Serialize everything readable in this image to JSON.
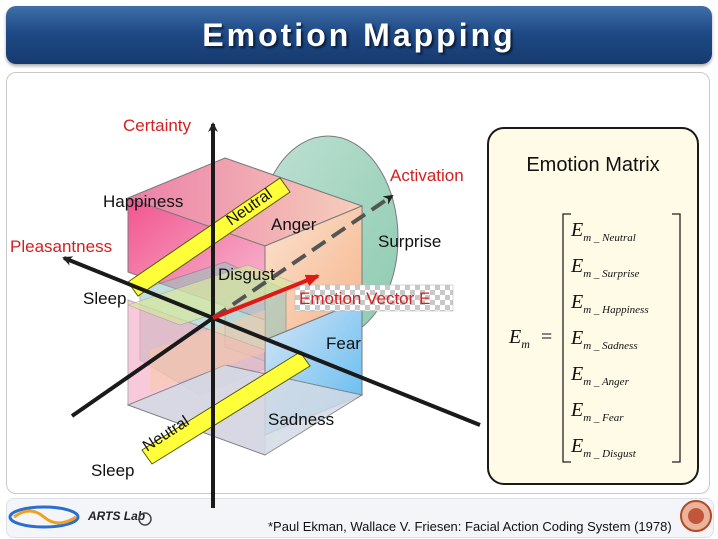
{
  "title": "Emotion Mapping",
  "axes": {
    "certainty": "Certainty",
    "activation": "Activation",
    "pleasantness": "Pleasantness"
  },
  "labels": {
    "happiness": "Happiness",
    "neutral_top": "Neutral",
    "anger": "Anger",
    "surprise": "Surprise",
    "disgust": "Disgust",
    "sleep_top": "Sleep",
    "emotion_vector": "Emotion Vector E",
    "fear": "Fear",
    "sadness": "Sadness",
    "neutral_bottom": "Neutral",
    "sleep_bottom": "Sleep"
  },
  "matrix": {
    "title": "Emotion Matrix",
    "lhs_base": "E",
    "lhs_sub": "m",
    "equals": "=",
    "rows": [
      {
        "base": "E",
        "sub": "m _ Neutral"
      },
      {
        "base": "E",
        "sub": "m _ Surprise"
      },
      {
        "base": "E",
        "sub": "m _ Happiness"
      },
      {
        "base": "E",
        "sub": "m _ Sadness"
      },
      {
        "base": "E",
        "sub": "m _ Anger"
      },
      {
        "base": "E",
        "sub": "m _ Fear"
      },
      {
        "base": "E",
        "sub": "m _ Disgust"
      }
    ]
  },
  "footer": {
    "citation": "*Paul Ekman, Wallace V. Friesen:  Facial Action Coding System (1978)",
    "lab_logo": "ARTS Lab"
  },
  "colors": {
    "title_bar": "#1f4a86",
    "axis_label_red": "#d42020",
    "matrix_bg": "#fffbe6",
    "vector": "#e01818"
  }
}
